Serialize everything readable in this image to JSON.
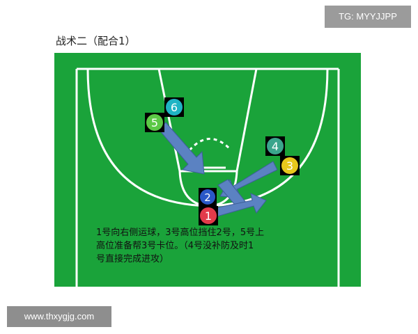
{
  "watermark_top": "TG: MYYJJPP",
  "title": "战术二（配合1）",
  "players": [
    {
      "number": "1",
      "color": "#e23a4a"
    },
    {
      "number": "2",
      "color": "#2a58c8"
    },
    {
      "number": "3",
      "color": "#e8c81c"
    },
    {
      "number": "4",
      "color": "#3aa58c"
    },
    {
      "number": "5",
      "color": "#5cc846"
    },
    {
      "number": "6",
      "color": "#1fb4c4"
    }
  ],
  "description_lines": [
    "1号向右侧运球，3号高位挡住2号，5号上",
    "高位准备帮3号卡位。（4号没补防及时1",
    "号直接完成进攻）"
  ],
  "colors": {
    "court": "#1aa33a",
    "lines": "#ffffff",
    "arrow": "#5b82c2"
  },
  "watermark_bottom": "www.thxygjg.com"
}
